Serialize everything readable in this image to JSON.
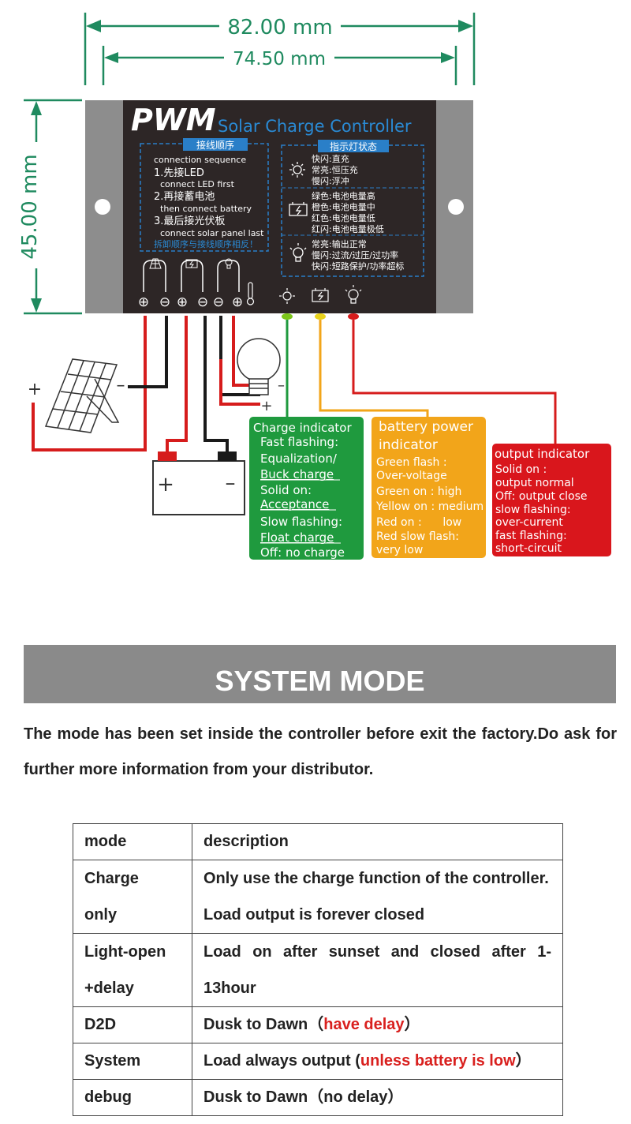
{
  "dimensions": {
    "outer_width": "82.00 mm",
    "inner_width": "74.50 mm",
    "height": "45.00 mm"
  },
  "panel": {
    "logo": "PWM",
    "title": "Solar Charge Controller",
    "connection_header_cn": "接线顺序",
    "connection_sequence_label": "connection  sequence",
    "steps": [
      {
        "cn": "1.先接LED",
        "en": "connect LED first"
      },
      {
        "cn": "2.再接蓄电池",
        "en": "then connect battery"
      },
      {
        "cn": "3.最后接光伏板",
        "en": "connect solar panel last"
      }
    ],
    "disassembly_note_cn": "拆卸顺序与接线顺序相反！",
    "indicator_header_cn": "指示灯状态",
    "charge_states_cn": [
      "快闪:直充",
      "常亮:恒压充",
      "慢闪:浮冲"
    ],
    "battery_states_cn": [
      "绿色:电池电量高",
      "橙色:电池电量中",
      "红色:电池电量低",
      "红闪:电池电量极低"
    ],
    "load_states_cn": [
      "常亮:输出正常",
      "慢闪:过流/过压/过功率",
      "快闪:短路保护/功率超标"
    ],
    "terminal_signs": [
      "⊕",
      "⊖",
      "⊕",
      "⊖",
      "⊖",
      "⊕"
    ]
  },
  "wiring": {
    "solar_plus": "+",
    "solar_minus": "–",
    "battery_plus": "+",
    "battery_minus": "–",
    "lamp_minus": "–",
    "lamp_plus": "+"
  },
  "indicators": {
    "charge": {
      "title": "Charge indicator",
      "lines": [
        {
          "text": "Fast flashing:",
          "underline": false
        },
        {
          "text": "Equalization/",
          "underline": false
        },
        {
          "text": "Buck charge",
          "underline": true
        },
        {
          "text": "Solid on:",
          "underline": false
        },
        {
          "text": "Acceptance",
          "underline": true
        },
        {
          "text": "Slow flashing:",
          "underline": false
        },
        {
          "text": "Float charge",
          "underline": true
        },
        {
          "text": "Off: no charge",
          "underline": false
        }
      ],
      "color": "#1f9a3e"
    },
    "battery": {
      "title_line1": "battery power",
      "title_line2": "indicator",
      "lines": [
        "Green flash :",
        "Over-voltage",
        "Green on :  high",
        "Yellow on : medium",
        "Red on :      low",
        "Red slow flash:",
        "very low"
      ],
      "color": "#f2a51a"
    },
    "output": {
      "title": "output indicator",
      "lines": [
        "Solid on :",
        "output normal",
        "Off: output close",
        "slow flashing:",
        "over-current",
        "fast flashing:",
        "short-circuit"
      ],
      "color": "#d9161c"
    }
  },
  "system_mode": {
    "title": "SYSTEM MODE",
    "intro": "The mode has been set inside the controller before exit the factory.Do ask    for further more information from your distributor.",
    "table": {
      "headers": [
        "mode",
        "description"
      ],
      "rows": [
        {
          "mode_l1": "Charge",
          "mode_l2": "only",
          "desc": "Only use the charge function of the controller. Load output is forever closed"
        },
        {
          "mode_l1": "Light-open",
          "mode_l2": "+delay",
          "desc": "Load on after sunset and closed after 1-13hour"
        },
        {
          "mode": "D2D",
          "desc_pre": "Dusk to Dawn（",
          "desc_red": "have delay",
          "desc_post": "）"
        },
        {
          "mode": "System",
          "desc_pre": "Load always output (",
          "desc_red": "unless battery is low",
          "desc_post": "）"
        },
        {
          "mode": "debug",
          "desc": "Dusk to Dawn（no delay）"
        }
      ]
    }
  }
}
